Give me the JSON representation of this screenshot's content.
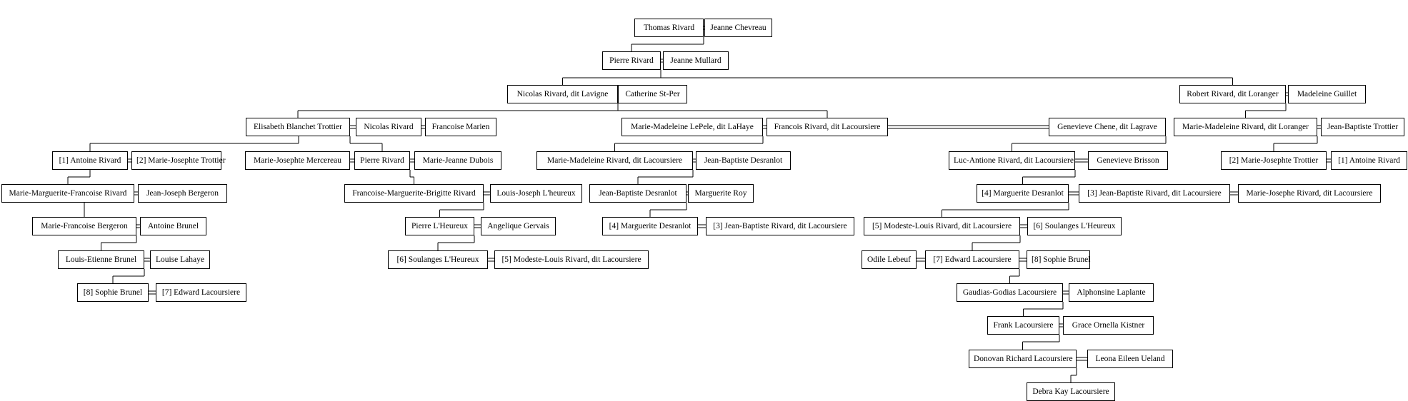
{
  "people": {
    "thomas_rivard": "Thomas Rivard",
    "jeanne_chevreau": "Jeanne Chevreau",
    "pierre_rivard_1": "Pierre Rivard",
    "jeanne_mullard": "Jeanne Mullard",
    "nicolas_rivard_lavigne": "Nicolas Rivard, dit Lavigne",
    "catherine_st_per": "Catherine St-Per",
    "robert_rivard_loranger": "Robert Rivard, dit Loranger",
    "madeleine_guillet": "Madeleine Guillet",
    "elisabeth_blanchet_trottier": "Elisabeth Blanchet Trottier",
    "nicolas_rivard": "Nicolas Rivard",
    "francoise_marien": "Francoise Marien",
    "marie_madeleine_lepele": "Marie-Madeleine LePele, dit LaHaye",
    "francois_rivard_lacoursiere": "Francois Rivard, dit Lacoursiere",
    "genevieve_chene_lagrave": "Genevieve Chene, dit Lagrave",
    "marie_madeleine_rivard_loranger": "Marie-Madeleine Rivard, dit Loranger",
    "jean_baptiste_trottier": "Jean-Baptiste Trottier",
    "antoine_rivard_l": "[1] Antoine Rivard",
    "marie_josephte_trottier_l": "[2] Marie-Josephte Trottier",
    "marie_josephte_mercereau": "Marie-Josephte Mercereau",
    "pierre_rivard_2": "Pierre Rivard",
    "marie_jeanne_dubois": "Marie-Jeanne Dubois",
    "marie_madeleine_rivard_lacoursiere": "Marie-Madeleine Rivard, dit Lacoursiere",
    "jean_baptiste_desranlot_1": "Jean-Baptiste Desranlot",
    "luc_antione_rivard": "Luc-Antione Rivard, dit Lacoursiere",
    "genevieve_brisson": "Genevieve Brisson",
    "marie_josephte_trottier_r": "[2] Marie-Josephte Trottier",
    "antoine_rivard_r": "[1] Antoine Rivard",
    "marie_marguerite_francoise_rivard": "Marie-Marguerite-Francoise Rivard",
    "jean_joseph_bergeron": "Jean-Joseph Bergeron",
    "francoise_marguerite_brigitte_rivard": "Francoise-Marguerite-Brigitte Rivard",
    "louis_joseph_lheureux": "Louis-Joseph L'heureux",
    "jean_baptiste_desranlot_2": "Jean-Baptiste Desranlot",
    "marguerite_roy": "Marguerite Roy",
    "marguerite_desranlot_r": "[4] Marguerite Desranlot",
    "jean_baptiste_rivard_r": "[3] Jean-Baptiste Rivard, dit Lacoursiere",
    "marie_josephe_rivard": "Marie-Josephe Rivard, dit Lacoursiere",
    "marie_francoise_bergeron": "Marie-Francoise Bergeron",
    "antoine_brunel": "Antoine Brunel",
    "pierre_lheureux": "Pierre L'Heureux",
    "angelique_gervais": "Angelique Gervais",
    "marguerite_desranlot_m": "[4] Marguerite Desranlot",
    "jean_baptiste_rivard_m": "[3] Jean-Baptiste Rivard, dit Lacoursiere",
    "modeste_louis_rivard_r": "[5] Modeste-Louis Rivard, dit Lacoursiere",
    "soulanges_lheureux_r": "[6] Soulanges L'Heureux",
    "louis_etienne_brunel": "Louis-Etienne Brunel",
    "louise_lahaye": "Louise Lahaye",
    "soulanges_lheureux_m": "[6] Soulanges L'Heureux",
    "modeste_louis_rivard_m": "[5] Modeste-Louis Rivard, dit Lacoursiere",
    "odile_lebeuf": "Odile Lebeuf",
    "edward_lacoursiere_r": "[7] Edward Lacoursiere",
    "sophie_brunel_r": "[8] Sophie Brunel",
    "sophie_brunel_l": "[8] Sophie Brunel",
    "edward_lacoursiere_l": "[7] Edward Lacoursiere",
    "gaudias_godias_lacoursiere": "Gaudias-Godias Lacoursiere",
    "alphonsine_laplante": "Alphonsine Laplante",
    "frank_lacoursiere": "Frank Lacoursiere",
    "grace_ornella_kistner": "Grace Ornella Kistner",
    "donovan_richard_lacoursiere": "Donovan Richard Lacoursiere",
    "leona_eileen_ueland": "Leona Eileen Ueland",
    "debra_kay_lacoursiere": "Debra Kay Lacoursiere"
  }
}
